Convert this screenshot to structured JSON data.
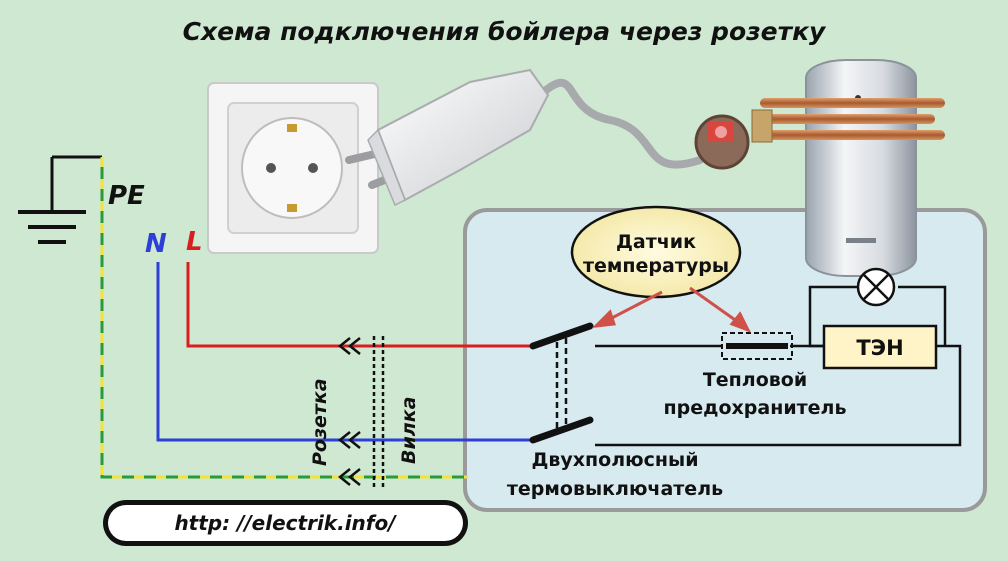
{
  "title": "Схема подключения бойлера через розетку",
  "labels": {
    "pe": "PE",
    "n": "N",
    "l": "L",
    "socket": "Розетка",
    "plug": "Вилка",
    "sensor_line1": "Датчик",
    "sensor_line2": "температуры",
    "heater": "ТЭН",
    "fuse_line1": "Тепловой",
    "fuse_line2": "предохранитель",
    "switch_line1": "Двухполюсный",
    "switch_line2": "термовыключатель"
  },
  "url": "http: //electrik.info/",
  "colors": {
    "background": "#cfe8d2",
    "panel": "#d7eaf0",
    "phase": "#d81e1e",
    "neutral": "#2d3fd6",
    "ground_green": "#2a9a3a",
    "ground_yellow": "#f2e33a",
    "sensor_arrow": "#d0504a"
  }
}
